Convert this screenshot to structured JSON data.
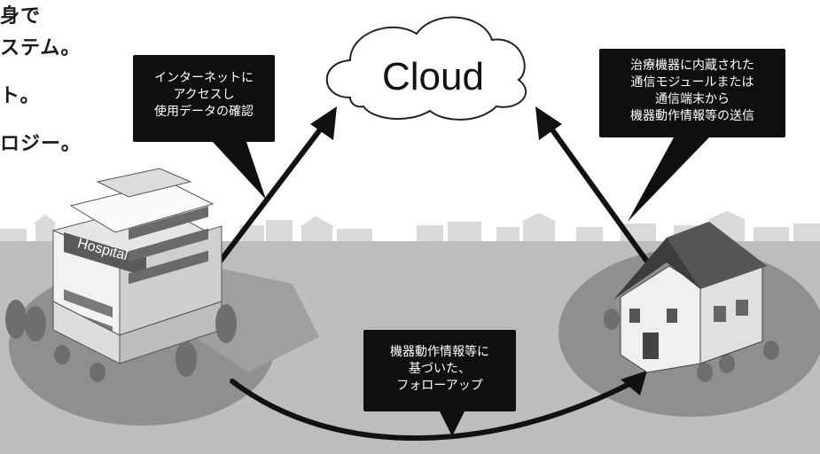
{
  "side_text": [
    "身で",
    "ステム。",
    "ト。",
    "ロジー。"
  ],
  "cloud": {
    "label": "Cloud"
  },
  "callout_left": {
    "lines": [
      "インターネットに",
      "アクセスし",
      "使用データの確認"
    ]
  },
  "callout_right": {
    "lines": [
      "治療機器に内蔵された",
      "通信モジュールまたは",
      "通信端末から",
      "機器動作情報等の送信"
    ]
  },
  "callout_bottom": {
    "lines": [
      "機器動作情報等に",
      "基づいた、",
      "フォローアップ"
    ]
  },
  "hospital": {
    "sign": "Hospital"
  },
  "colors": {
    "callout_bg": "#0f0f0f",
    "ground": "#bdbdbd",
    "arrow": "#111111"
  }
}
